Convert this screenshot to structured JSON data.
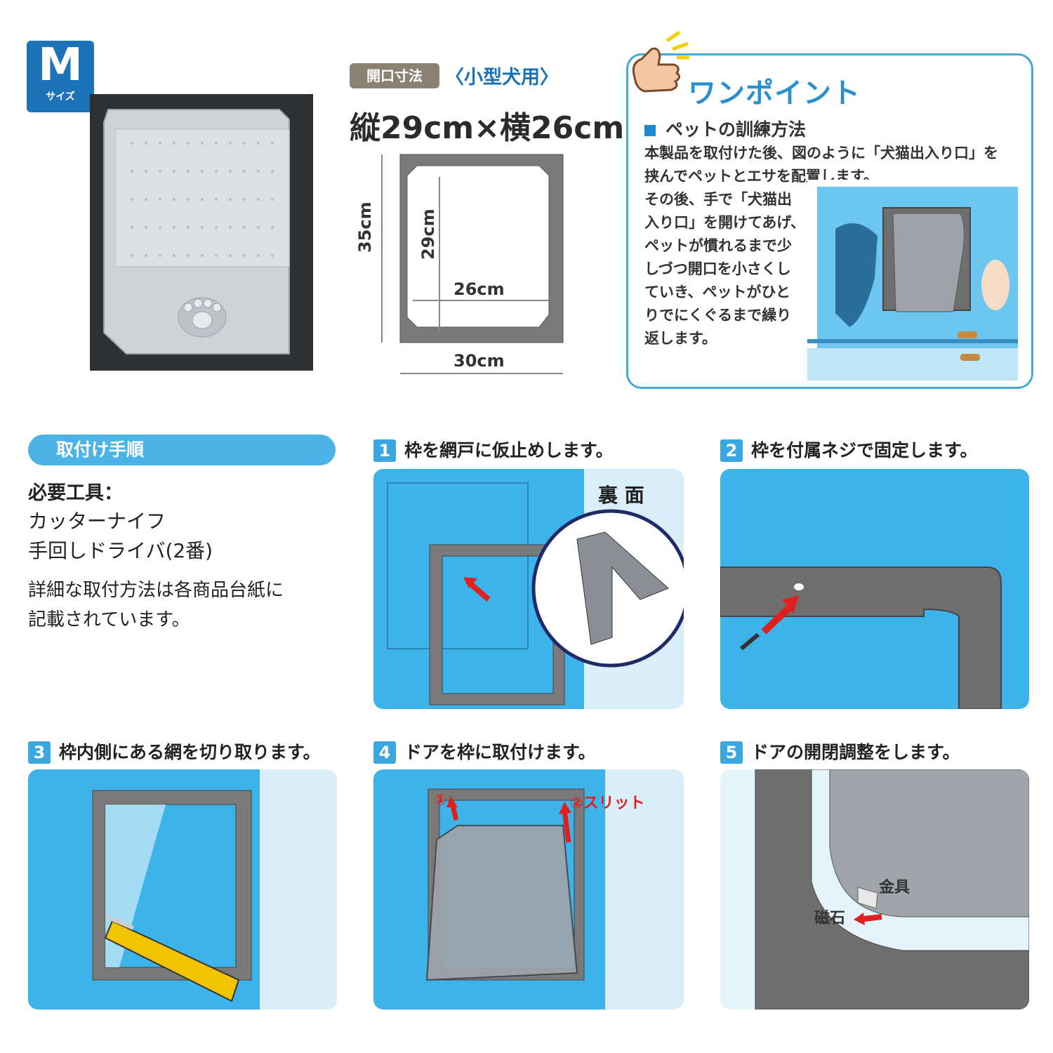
{
  "size_badge": {
    "letter": "M",
    "sub": "サイズ"
  },
  "opening": {
    "tag": "開口寸法",
    "use": "〈小型犬用〉",
    "dims": "縦29cm×横26cm",
    "inner_height": "29cm",
    "inner_width": "26cm",
    "outer_height": "35cm",
    "outer_width": "30cm"
  },
  "one_point": {
    "title": "ワンポイント",
    "heading": "ペットの訓練方法",
    "lines": [
      "本製品を取付けた後、図のように「犬猫出入り口」を",
      "挟んでペットとエサを配置します。",
      "その後、手で「犬猫出",
      "入り口」を開けてあげ、",
      "ペットが慣れるまで少",
      "しづつ開口を小さくし",
      "ていき、ペットがひと",
      "りでにくぐるまで繰り",
      "返します。"
    ]
  },
  "install": {
    "heading": "取付け手順",
    "tools_label": "必要工具：",
    "tools": [
      "カッターナイフ",
      "手回しドライバ(2番)"
    ],
    "detail": [
      "詳細な取付方法は各商品台紙に",
      "記載されています。"
    ]
  },
  "steps": [
    {
      "num": "1",
      "text": "枠を網戸に仮止めします。",
      "callout": "裏 面"
    },
    {
      "num": "2",
      "text": "枠を付属ネジで固定します。"
    },
    {
      "num": "3",
      "text": "枠内側にある網を切り取ります。"
    },
    {
      "num": "4",
      "text": "ドアを枠に取付けます。",
      "callout1": "①",
      "callout2": "②スリット"
    },
    {
      "num": "5",
      "text": "ドアの開閉調整をします。",
      "callout1": "金具",
      "callout2": "磁石"
    }
  ],
  "colors": {
    "accent": "#3aa7e0",
    "screen": "#3db3ea",
    "frame": "#6f6f6f",
    "red": "#e02020"
  }
}
